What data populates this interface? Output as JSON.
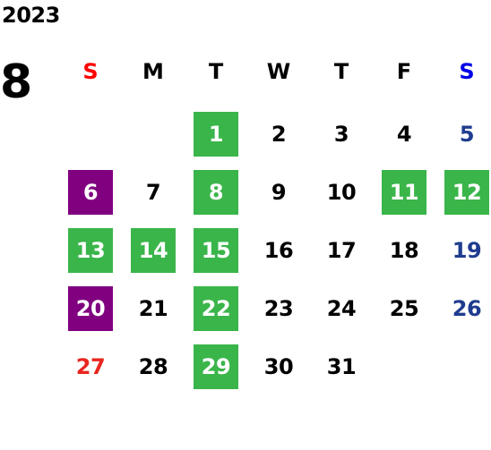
{
  "calendar": {
    "year": "2023",
    "month": "8",
    "weekdays": [
      "S",
      "M",
      "T",
      "W",
      "T",
      "F",
      "S"
    ],
    "first_weekday_index": 2,
    "days_in_month": 31,
    "colors": {
      "text": "#000000",
      "on_highlight": "#ffffff",
      "sunday_header": "#ff0000",
      "saturday_header": "#0000e6",
      "sunday_date": "#e8261f",
      "saturday_date": "#1f3c8f",
      "green_highlight": "#3ab54a",
      "purple_highlight": "#800080"
    },
    "highlights": {
      "green": [
        1,
        8,
        11,
        12,
        13,
        14,
        15,
        22,
        29
      ],
      "purple": [
        6,
        20
      ]
    }
  }
}
